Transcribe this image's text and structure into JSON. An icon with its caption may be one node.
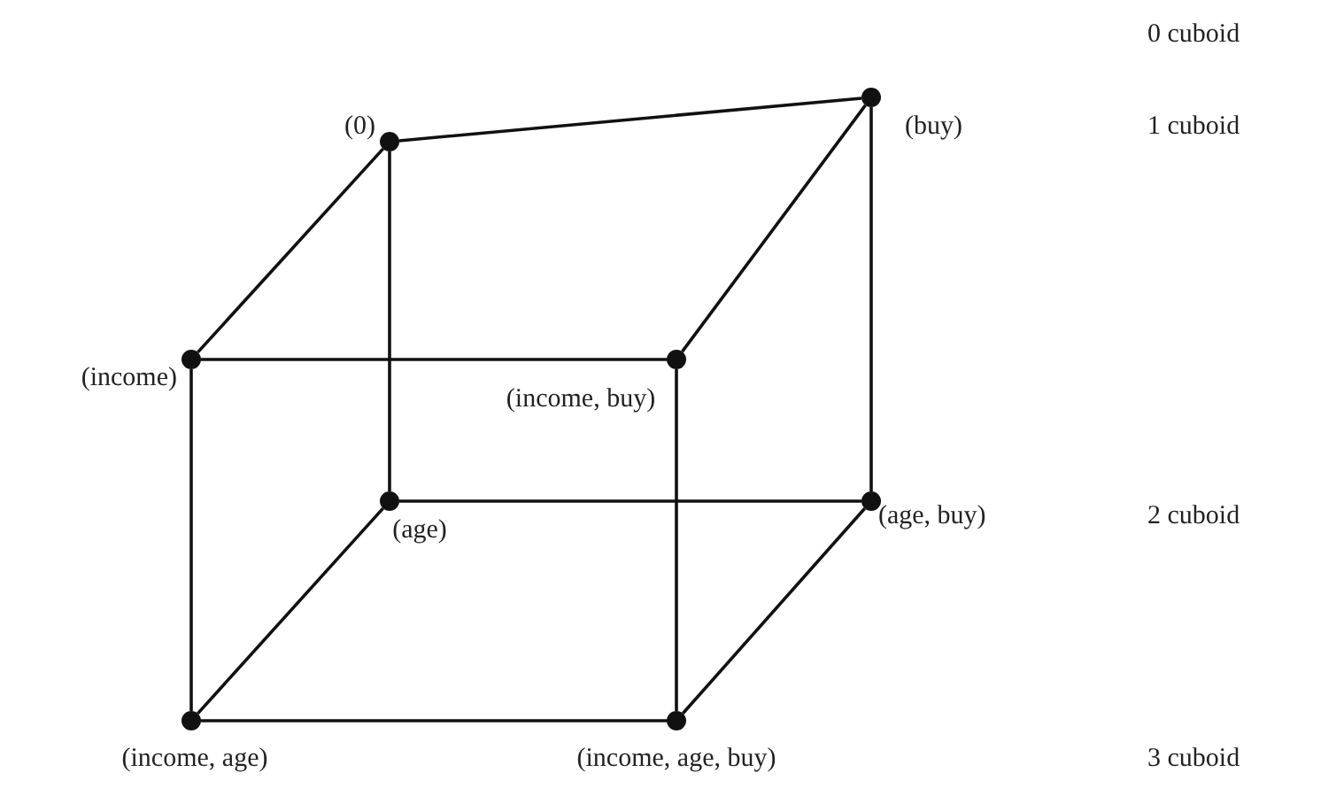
{
  "diagram": {
    "nodes": [
      {
        "text": [],
        "shape": "circle",
        "beside": [
          "(0)"
        ]
      },
      {
        "text": [],
        "shape": "circle",
        "beside": [
          "(buy)"
        ]
      },
      {
        "text": [],
        "shape": "circle",
        "beside": [
          "(income)"
        ]
      },
      {
        "text": [],
        "shape": "circle",
        "beside": [
          "(income, buy)"
        ]
      },
      {
        "text": [],
        "shape": "circle",
        "beside": [
          "(age)"
        ]
      },
      {
        "text": [],
        "shape": "circle",
        "beside": [
          "(age, buy)"
        ]
      },
      {
        "text": [],
        "shape": "circle",
        "beside": [
          "(income, age)"
        ]
      },
      {
        "text": [],
        "shape": "circle",
        "beside": [
          "(income, age, buy)"
        ]
      }
    ],
    "edges": [
      {
        "from": 0,
        "to": 1,
        "arrow": "none"
      },
      {
        "from": 0,
        "to": 2,
        "arrow": "none"
      },
      {
        "from": 0,
        "to": 4,
        "arrow": "none"
      },
      {
        "from": 1,
        "to": 3,
        "arrow": "none"
      },
      {
        "from": 1,
        "to": 5,
        "arrow": "none"
      },
      {
        "from": 2,
        "to": 3,
        "arrow": "none"
      },
      {
        "from": 2,
        "to": 6,
        "arrow": "none"
      },
      {
        "from": 3,
        "to": 7,
        "arrow": "none"
      },
      {
        "from": 4,
        "to": 5,
        "arrow": "none"
      },
      {
        "from": 4,
        "to": 6,
        "arrow": "none"
      },
      {
        "from": 5,
        "to": 7,
        "arrow": "none"
      },
      {
        "from": 6,
        "to": 7,
        "arrow": "none"
      }
    ],
    "labels": [
      "0 cuboid",
      "1 cuboid",
      "2 cuboid",
      "3 cuboid"
    ]
  }
}
